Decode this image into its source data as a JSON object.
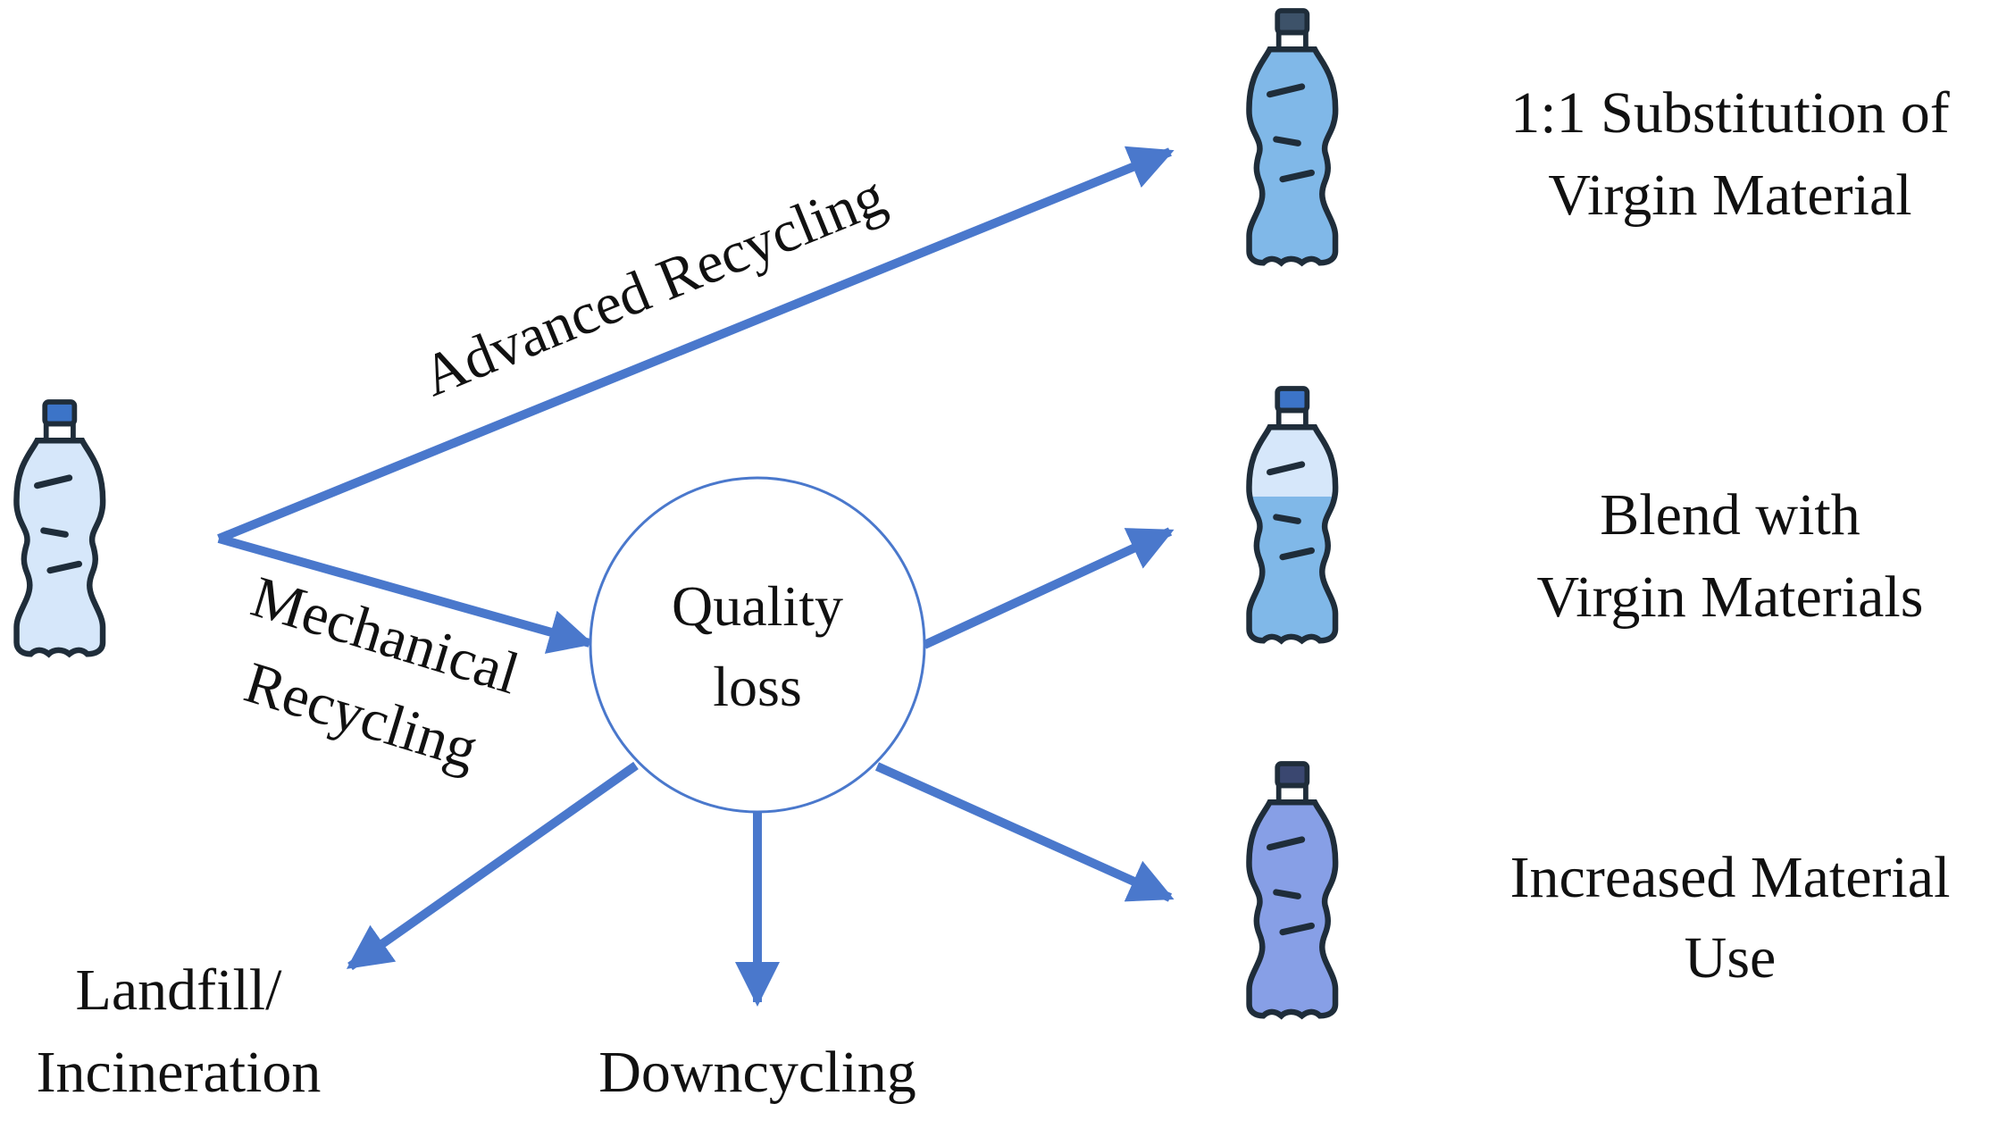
{
  "colors": {
    "arrow": "#4A78CC",
    "circle_stroke": "#4A78CC",
    "outline": "#1F2D3A",
    "cap_source": "#3C74C8",
    "cap_substitution": "#3D5269",
    "cap_blend": "#3C74C8",
    "cap_increased": "#3A4770",
    "fill_source": "#D6E7FA",
    "fill_substitution": "#80B8E8",
    "fill_blend_top": "#D6E7FA",
    "fill_blend_bottom": "#80B8E8",
    "fill_increased": "#879FE6"
  },
  "diagram": {
    "source_icon": "plastic-bottle-icon",
    "paths": {
      "advanced": "Advanced Recycling",
      "mechanical_line1": "Mechanical",
      "mechanical_line2": "Recycling"
    },
    "hub": {
      "line1": "Quality",
      "line2": "loss"
    },
    "outcomes": {
      "substitution": {
        "line1": "1:1 Substitution of",
        "line2": "Virgin Material"
      },
      "blend": {
        "line1": "Blend with",
        "line2": "Virgin Materials"
      },
      "increased": {
        "line1": "Increased Material",
        "line2": "Use"
      },
      "landfill": {
        "line1": "Landfill/",
        "line2": "Incineration"
      },
      "downcycling": {
        "label": "Downcycling"
      }
    }
  }
}
